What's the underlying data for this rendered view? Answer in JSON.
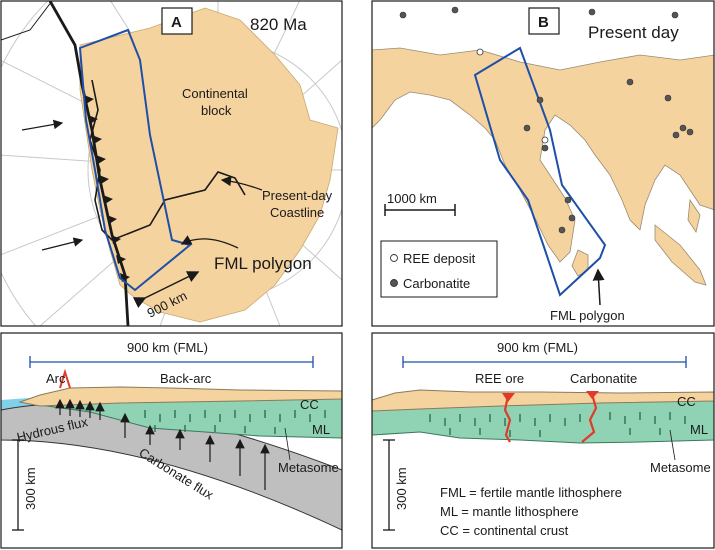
{
  "panelA": {
    "letter": "A",
    "age": "820 Ma",
    "block_label_1": "Continental",
    "block_label_2": "block",
    "coast_label_1": "Present-day",
    "coast_label_2": "Coastline",
    "fml_label": "FML polygon",
    "scale": "900 km"
  },
  "panelB": {
    "letter": "B",
    "age": "Present day",
    "scale": "1000 km",
    "legend": {
      "ree": "REE deposit",
      "carbonatite": "Carbonatite"
    },
    "fml_label": "FML polygon"
  },
  "panelC": {
    "width_label": "900 km  (FML)",
    "arc": "Arc",
    "backarc": "Back-arc",
    "cc": "CC",
    "ml": "ML",
    "hydrous": "Hydrous flux",
    "carbonate": "Carbonate flux",
    "metasome": "Metasome",
    "depth": "300 km"
  },
  "panelD": {
    "width_label": "900 km  (FML)",
    "ree_ore": "REE ore",
    "carbonatite": "Carbonatite",
    "cc": "CC",
    "ml": "ML",
    "metasome": "Metasome",
    "depth": "300 km",
    "definitions": [
      "FML = fertile mantle lithosphere",
      "ML = mantle lithosphere",
      "CC = continental crust"
    ]
  },
  "colors": {
    "land": "#f5d39e",
    "mantle": "#8fd3b4",
    "slab": "#bfbfbf",
    "polygon": "#1f4fa8",
    "ore": "#e03a2a"
  }
}
